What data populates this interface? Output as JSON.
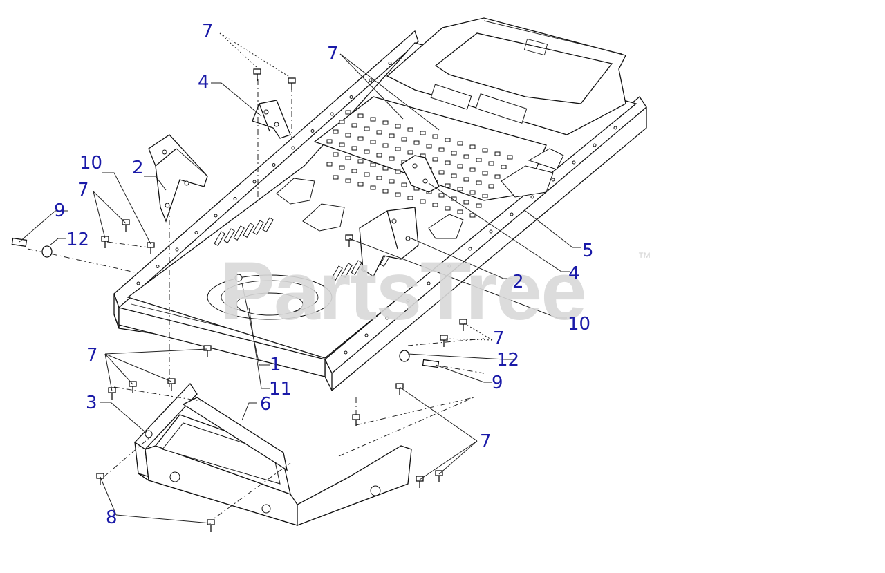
{
  "watermark": {
    "text": "PartsTree",
    "trademark": "™",
    "color": "#d9d9d9"
  },
  "callout_color": "#1a1aa8",
  "callouts": [
    {
      "id": "c7a",
      "text": "7"
    },
    {
      "id": "c4a",
      "text": "4"
    },
    {
      "id": "c7b",
      "text": "7"
    },
    {
      "id": "c10a",
      "text": "10"
    },
    {
      "id": "c2a",
      "text": "2"
    },
    {
      "id": "c7c",
      "text": "7"
    },
    {
      "id": "c9a",
      "text": "9"
    },
    {
      "id": "c12a",
      "text": "12"
    },
    {
      "id": "c5",
      "text": "5"
    },
    {
      "id": "c2b",
      "text": "2"
    },
    {
      "id": "c4b",
      "text": "4"
    },
    {
      "id": "c10b",
      "text": "10"
    },
    {
      "id": "c7d",
      "text": "7"
    },
    {
      "id": "c12b",
      "text": "12"
    },
    {
      "id": "c9b",
      "text": "9"
    },
    {
      "id": "c1",
      "text": "1"
    },
    {
      "id": "c11",
      "text": "11"
    },
    {
      "id": "c7e",
      "text": "7"
    },
    {
      "id": "c3",
      "text": "3"
    },
    {
      "id": "c6",
      "text": "6"
    },
    {
      "id": "c7f",
      "text": "7"
    },
    {
      "id": "c8",
      "text": "8"
    }
  ]
}
